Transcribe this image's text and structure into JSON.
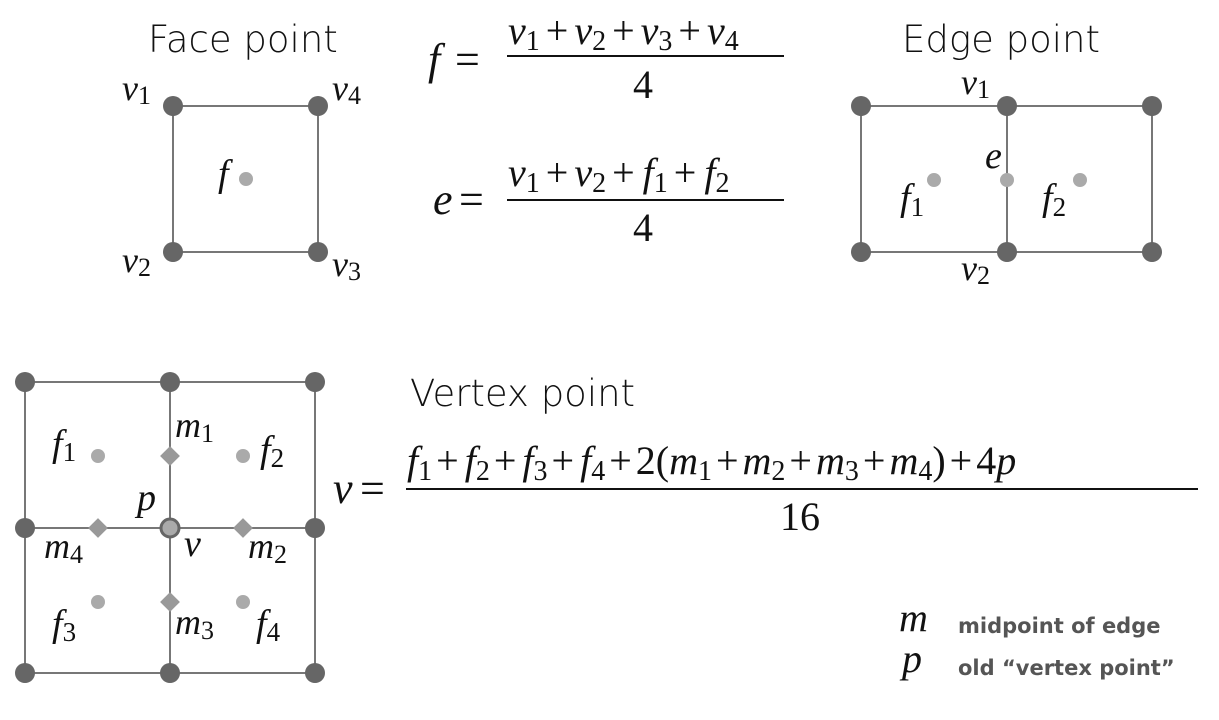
{
  "colors": {
    "vertex": "#666666",
    "face_point": "#aaaaaa",
    "midpoint": "#999999",
    "edge": "#777777",
    "text": "#111111",
    "legend_text": "#555555"
  },
  "face_point": {
    "title": "Face point",
    "labels": {
      "v1": "v",
      "v1_sub": "1",
      "v2": "v",
      "v2_sub": "2",
      "v3": "v",
      "v3_sub": "3",
      "v4": "v",
      "v4_sub": "4",
      "f": "f"
    },
    "formula": {
      "lhs": "f",
      "eq": "=",
      "numerator": [
        {
          "sym": "v",
          "sub": "1"
        },
        {
          "op": "+"
        },
        {
          "sym": "v",
          "sub": "2"
        },
        {
          "op": "+"
        },
        {
          "sym": "v",
          "sub": "3"
        },
        {
          "op": "+"
        },
        {
          "sym": "v",
          "sub": "4"
        }
      ],
      "denominator": "4"
    }
  },
  "edge_point": {
    "title": "Edge point",
    "labels": {
      "v1": "v",
      "v1_sub": "1",
      "v2": "v",
      "v2_sub": "2",
      "e": "e",
      "f1": "f",
      "f1_sub": "1",
      "f2": "f",
      "f2_sub": "2"
    },
    "formula": {
      "lhs": "e",
      "eq": "=",
      "numerator": [
        {
          "sym": "v",
          "sub": "1"
        },
        {
          "op": "+"
        },
        {
          "sym": "v",
          "sub": "2"
        },
        {
          "op": "+"
        },
        {
          "sym": "f",
          "sub": "1"
        },
        {
          "op": "+"
        },
        {
          "sym": "f",
          "sub": "2"
        }
      ],
      "denominator": "4"
    }
  },
  "vertex_point": {
    "title": "Vertex point",
    "labels": {
      "f1": "f",
      "f1_sub": "1",
      "f2": "f",
      "f2_sub": "2",
      "f3": "f",
      "f3_sub": "3",
      "f4": "f",
      "f4_sub": "4",
      "m1": "m",
      "m1_sub": "1",
      "m2": "m",
      "m2_sub": "2",
      "m3": "m",
      "m3_sub": "3",
      "m4": "m",
      "m4_sub": "4",
      "p": "p",
      "v": "v"
    },
    "formula": {
      "lhs": "v",
      "eq": "=",
      "numerator_text": "f1 + f2 + f3 + f4 + 2(m1 + m2 + m3 + m4) + 4p",
      "denominator": "16",
      "parts": {
        "plus": "+",
        "two": "2",
        "lparen": "(",
        "rparen": ")",
        "four": "4"
      }
    }
  },
  "legend": [
    {
      "symbol": "m",
      "description": "midpoint of edge"
    },
    {
      "symbol": "p",
      "description": "old “vertex point”"
    }
  ]
}
